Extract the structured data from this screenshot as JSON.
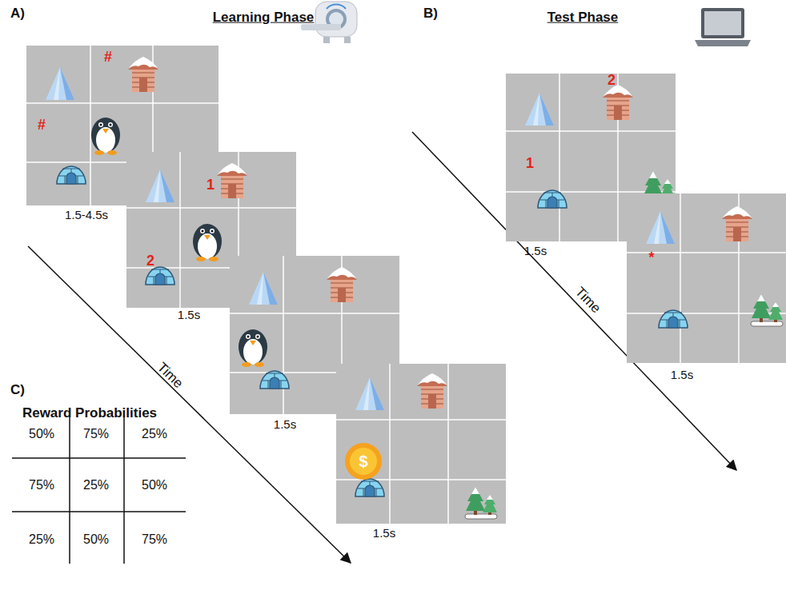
{
  "diagram": {
    "labels": [
      "A)",
      "Learning Phase",
      "B)",
      "Test Phase",
      "#",
      "#",
      "1.5-4.5s",
      "1",
      "2",
      "1.5s",
      "1.5s",
      "$",
      "1.5s",
      "Time",
      "2",
      "1",
      "1.5s",
      "*",
      "1.5s",
      "Time",
      "C)",
      "Reward Probabilities",
      "50%",
      "75%",
      "25%",
      "75%",
      "25%",
      "50%",
      "25%",
      "50%",
      "75%"
    ]
  }
}
